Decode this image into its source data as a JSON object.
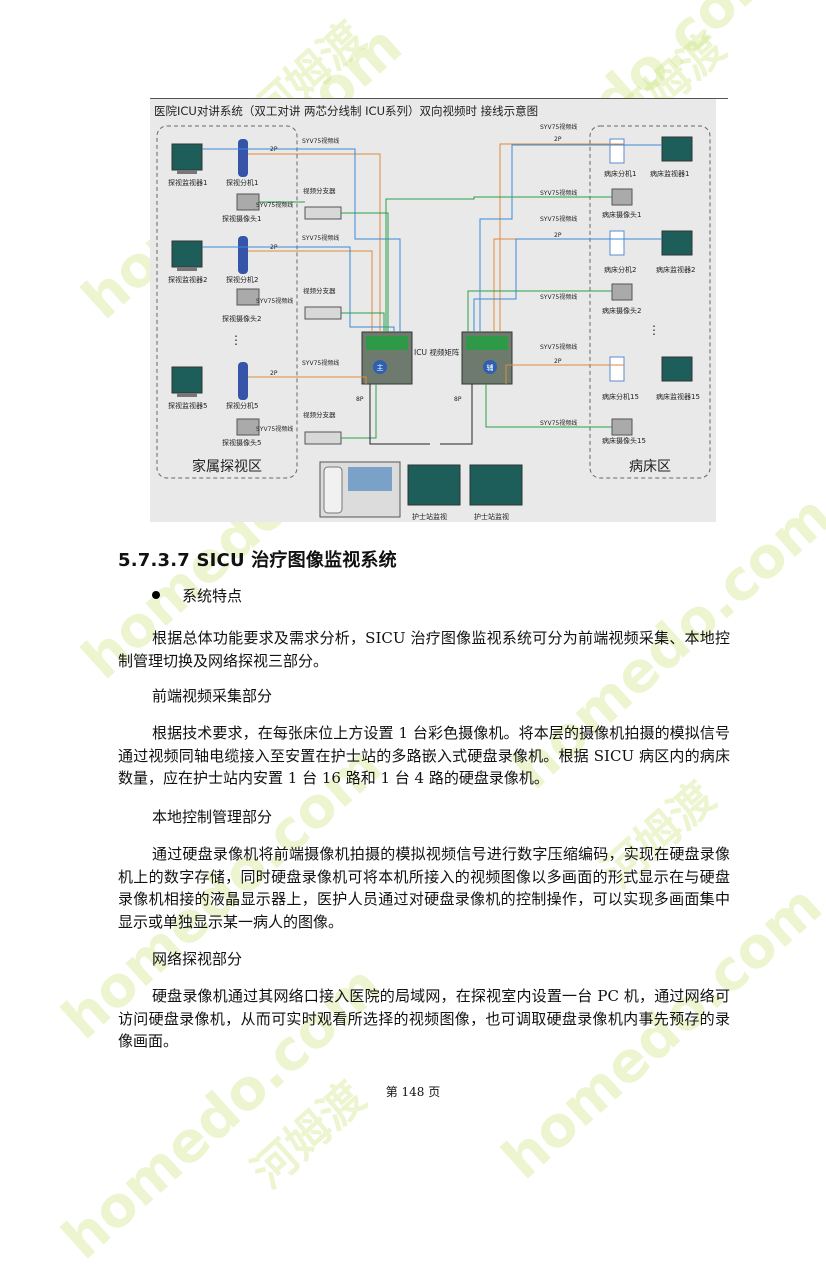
{
  "figure": {
    "title": "医院ICU对讲系统（双工对讲 两芯分线制 ICU系列）双向视频时 接线示意图",
    "left_zone": "家属探视区",
    "right_zone": "病床区",
    "left_groups": [
      {
        "monitor": "探视监视器1",
        "phone": "探视分机1",
        "camera": "探视摄像头1"
      },
      {
        "monitor": "探视监视器2",
        "phone": "探视分机2",
        "camera": "探视摄像头2"
      },
      {
        "monitor": "探视监视器5",
        "phone": "探视分机5",
        "camera": "探视摄像头5"
      }
    ],
    "right_groups": [
      {
        "phone": "病床分机1",
        "monitor": "病床监视器1",
        "camera": "病床摄像头1"
      },
      {
        "phone": "病床分机2",
        "monitor": "病床监视器2",
        "camera": "病床摄像头2"
      },
      {
        "phone": "病床分机15",
        "monitor": "病床监视器15",
        "camera": "病床摄像头15"
      }
    ],
    "wire_syv": "SYV75视频线",
    "wire_2p": "2P",
    "wire_8p": "8P",
    "splitter": "视频分支器",
    "matrix_label": "ICU 视频矩阵",
    "matrix_main": "主",
    "matrix_aux": "辅",
    "bottom_labels": [
      "护士站监视",
      "护士站监视"
    ]
  },
  "heading": "5.7.3.7 SICU 治疗图像监视系统",
  "bullet": "系统特点",
  "paragraphs": [
    "根据总体功能要求及需求分析，SICU 治疗图像监视系统可分为前端视频采集、本地控制管理切换及网络探视三部分。",
    "根据技术要求，在每张床位上方设置 1 台彩色摄像机。将本层的摄像机拍摄的模拟信号通过视频同轴电缆接入至安置在护士站的多路嵌入式硬盘录像机。根据 SICU 病区内的病床数量，应在护士站内安置 1 台 16 路和 1 台 4 路的硬盘录像机。",
    "通过硬盘录像机将前端摄像机拍摄的模拟视频信号进行数字压缩编码，实现在硬盘录像机上的数字存储，同时硬盘录像机可将本机所接入的视频图像以多画面的形式显示在与硬盘录像机相接的液晶显示器上，医护人员通过对硬盘录像机的控制操作，可以实现多画面集中显示或单独显示某一病人的图像。",
    "硬盘录像机通过其网络口接入医院的局域网，在探视室内设置一台 PC 机，通过网络可访问硬盘录像机，从而可实时观看所选择的视频图像，也可调取硬盘录像机内事先预存的录像画面。"
  ],
  "subheads": [
    "前端视频采集部分",
    "本地控制管理部分",
    "网络探视部分"
  ],
  "page_number": "第 148 页",
  "watermark": [
    "homedo.com",
    "河姆渡"
  ]
}
